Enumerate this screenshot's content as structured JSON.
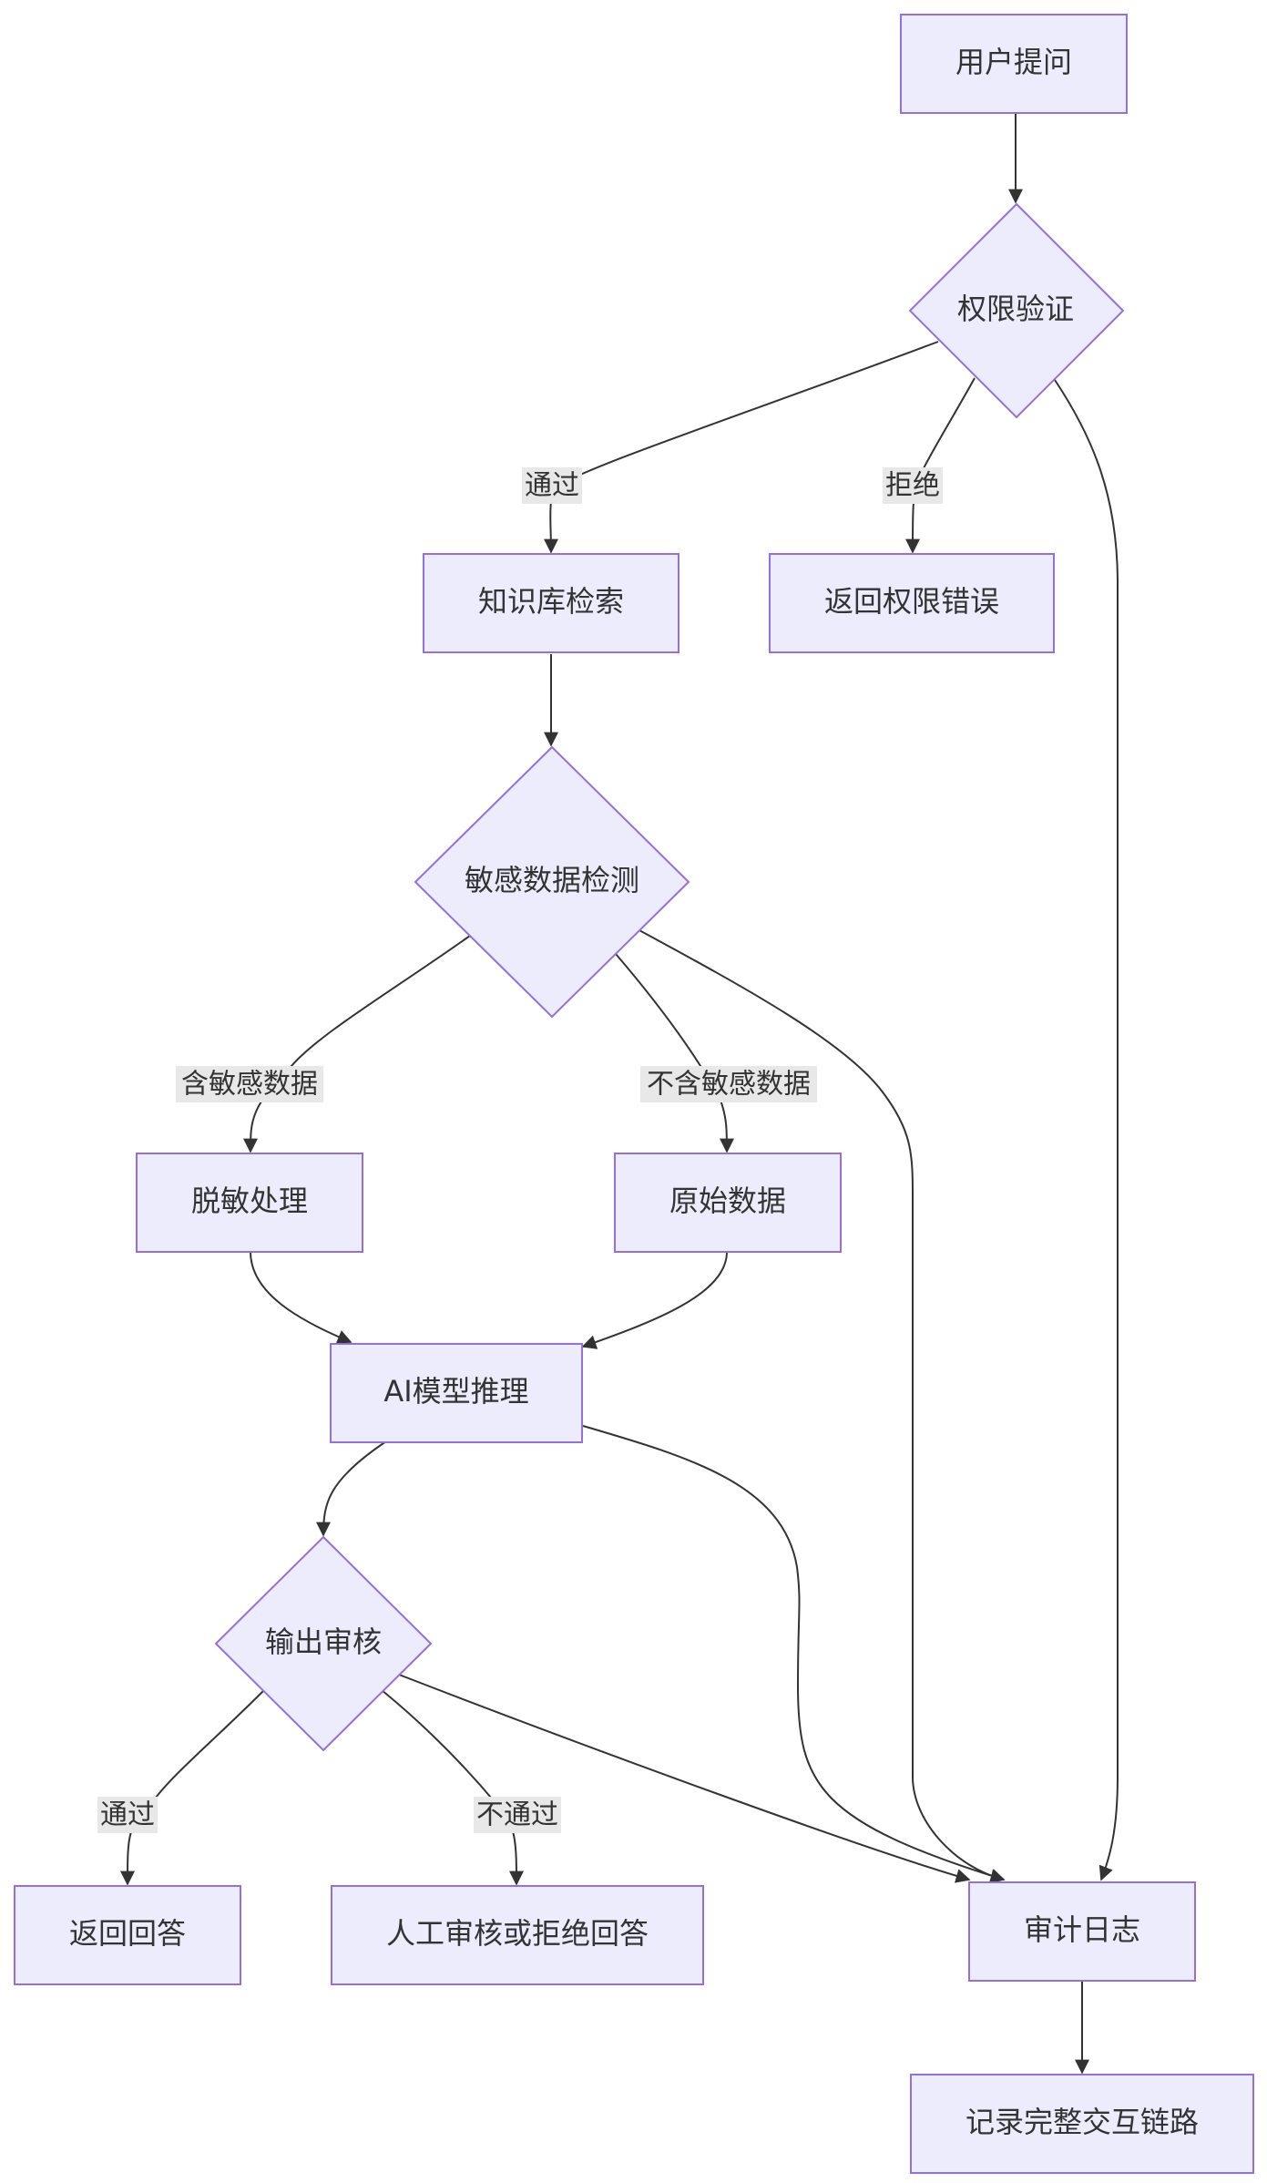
{
  "diagram": {
    "nodes": {
      "user_question": "用户提问",
      "permission_check": "权限验证",
      "kb_search": "知识库检索",
      "permission_error": "返回权限错误",
      "sensitive_detect": "敏感数据检测",
      "desensitize": "脱敏处理",
      "raw_data": "原始数据",
      "ai_inference": "AI模型推理",
      "output_review": "输出审核",
      "return_answer": "返回回答",
      "manual_review": "人工审核或拒绝回答",
      "audit_log": "审计日志",
      "record_chain": "记录完整交互链路"
    },
    "edge_labels": {
      "pass": "通过",
      "reject": "拒绝",
      "contains_sensitive": "含敏感数据",
      "no_sensitive": "不含敏感数据",
      "pass2": "通过",
      "fail": "不通过"
    },
    "colors": {
      "node_fill": "#ececfd",
      "node_stroke": "#9370db",
      "edge": "#333333",
      "label_bg": "#e8e8e8"
    }
  }
}
